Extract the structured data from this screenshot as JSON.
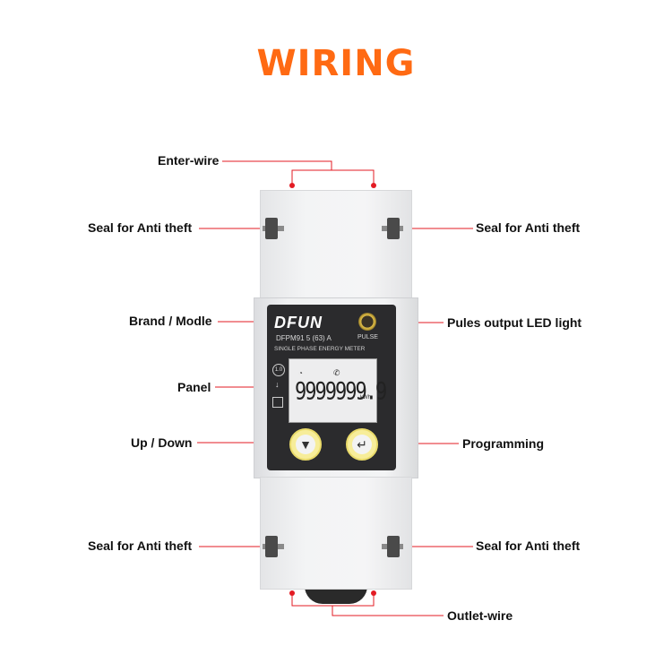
{
  "title": "WIRING",
  "colors": {
    "title": "#ff6a13",
    "line": "#e31b23",
    "dot": "#e31b23"
  },
  "labels": {
    "enter_wire": "Enter-wire",
    "seal_top_left": "Seal for Anti theft",
    "seal_top_right": "Seal for Anti theft",
    "brand_model": "Brand / Modle",
    "pulse_led": "Pules output LED light",
    "panel": "Panel",
    "up_down": "Up / Down",
    "programming": "Programming",
    "seal_bottom_left": "Seal for Anti theft",
    "seal_bottom_right": "Seal for Anti theft",
    "outlet_wire": "Outlet-wire"
  },
  "device": {
    "brand": "DFUN",
    "model": "DFPM91   5 (63) A",
    "pulse": "PULSE",
    "phase": "SINGLE PHASE ENERGY METER",
    "digits": "9999999.9",
    "unit": "kWh",
    "class": "1.0",
    "buttons": {
      "down_icon": "down-arrow-icon",
      "enter_icon": "enter-icon"
    }
  }
}
